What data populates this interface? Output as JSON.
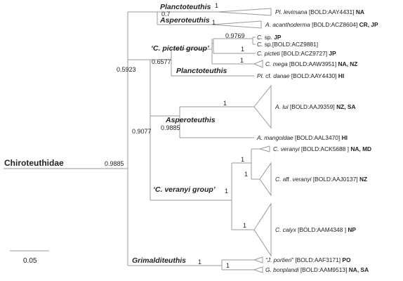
{
  "root_label": "Chiroteuthidae",
  "clades": {
    "planctoteuthis_top": "Planctoteuthis",
    "asperoteuthis_top": "Asperoteuthis",
    "picteti_group": "‘C. picteti group’",
    "planctoteuthis_mid": "Planctoteuthis",
    "asperoteuthis_mid": "Asperoteuthis",
    "veranyi_group": "‘C. veranyi group’",
    "grimalditeuthis": "Grimalditeuthis"
  },
  "support": {
    "root": "0.9885",
    "upper": "0.5923",
    "pair_top": "0.7",
    "plan_tip": "1",
    "asp_tip": "1",
    "picteti_node": "0.6577",
    "csp_pair": "0.9769",
    "picteti_sub": "1",
    "mega": "1",
    "middle": "0.9077",
    "asp_mid": "0.9885",
    "lui": "1",
    "veranyi_top": "1",
    "veranyi_sub": "1",
    "calyx": "1",
    "veranyi_node": "1",
    "grim_tip": "1",
    "grim_node": "1"
  },
  "tips": [
    {
      "id": "pl-levimana",
      "name": "Pl. levimana",
      "code": " [BOLD:AAY4431] ",
      "region": "NA"
    },
    {
      "id": "a-acanthoderma",
      "name": "A. acanthoderma",
      "code": " [BOLD:ACZ8604] ",
      "region": "CR, JP"
    },
    {
      "id": "c-sp-jp",
      "name": "C.",
      "name2": " sp. ",
      "code": "",
      "region": "JP"
    },
    {
      "id": "c-sp-acz",
      "name": "C.",
      "name2": " sp.",
      "code": "[BOLD:ACZ9881]",
      "region": ""
    },
    {
      "id": "c-picteti",
      "name": "C. picteti",
      "code": " [BOLD:ACZ9727] ",
      "region": "JP"
    },
    {
      "id": "c-mega",
      "name": "C. mega",
      "code": " [BOLD:AAW3951] ",
      "region": "NA, NZ"
    },
    {
      "id": "pl-danae",
      "name": "Pl.",
      "name2": " cf. ",
      "name3": "danae",
      "code": " [BOLD:AAY4430] ",
      "region": "HI"
    },
    {
      "id": "a-lui",
      "name": "A. lui",
      "code": " [BOLD:AAJ9359] ",
      "region": "NZ, SA"
    },
    {
      "id": "a-mangoldae",
      "name": "A. mangoldae",
      "code": " [BOLD:AAL3470] ",
      "region": "HI"
    },
    {
      "id": "c-veranyi",
      "name": "C. veranyi",
      "code": " [BOLD:ACK5688 ] ",
      "region": "NA, MD"
    },
    {
      "id": "c-aff-veranyi",
      "name": "C.",
      "name2": " aff. ",
      "name3": "veranyi",
      "code": " [BOLD:AAJ0137] ",
      "region": "NZ"
    },
    {
      "id": "c-calyx",
      "name": "C. calyx",
      "code": " [BOLD:AAM4348 ] ",
      "region": "NP"
    },
    {
      "id": "j-portieri",
      "name": "“J. portieri”",
      "code": " [BOLD:AAF3171] ",
      "region": "PO"
    },
    {
      "id": "g-bonplandi",
      "name": "G. bonplandi",
      "code": " [BOLD:AAM9513] ",
      "region": "NA, SA"
    }
  ],
  "scale_bar": "0.05",
  "colors": {
    "branch": "#9a9a9a",
    "text": "#222222"
  }
}
